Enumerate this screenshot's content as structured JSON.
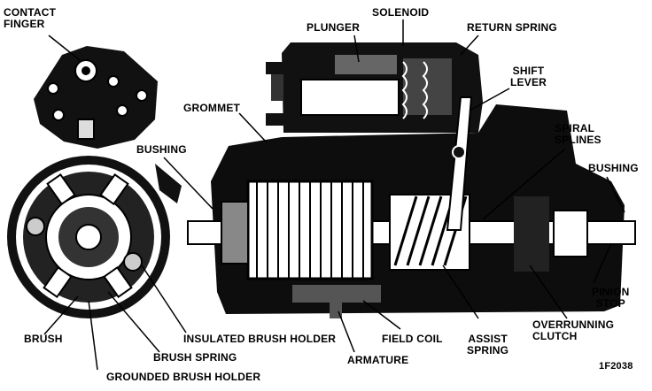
{
  "labels": {
    "contact_finger": "CONTACT\nFINGER",
    "plunger": "PLUNGER",
    "solenoid": "SOLENOID",
    "return_spring": "RETURN SPRING",
    "shift_lever": "SHIFT\nLEVER",
    "grommet": "GROMMET",
    "spiral_splines": "SPIRAL\nSPLINES",
    "bushing_left": "BUSHING",
    "bushing_right": "BUSHING",
    "pinion_stop": "PINION\nSTOP",
    "overrunning_clutch": "OVERRUNNING\nCLUTCH",
    "brush": "BRUSH",
    "insulated_brush_holder": "INSULATED BRUSH HOLDER",
    "field_coil": "FIELD COIL",
    "assist_spring": "ASSIST\nSPRING",
    "brush_spring": "BRUSH SPRING",
    "armature": "ARMATURE",
    "grounded_brush_holder": "GROUNDED BRUSH HOLDER"
  },
  "figure_id": "1F2038"
}
